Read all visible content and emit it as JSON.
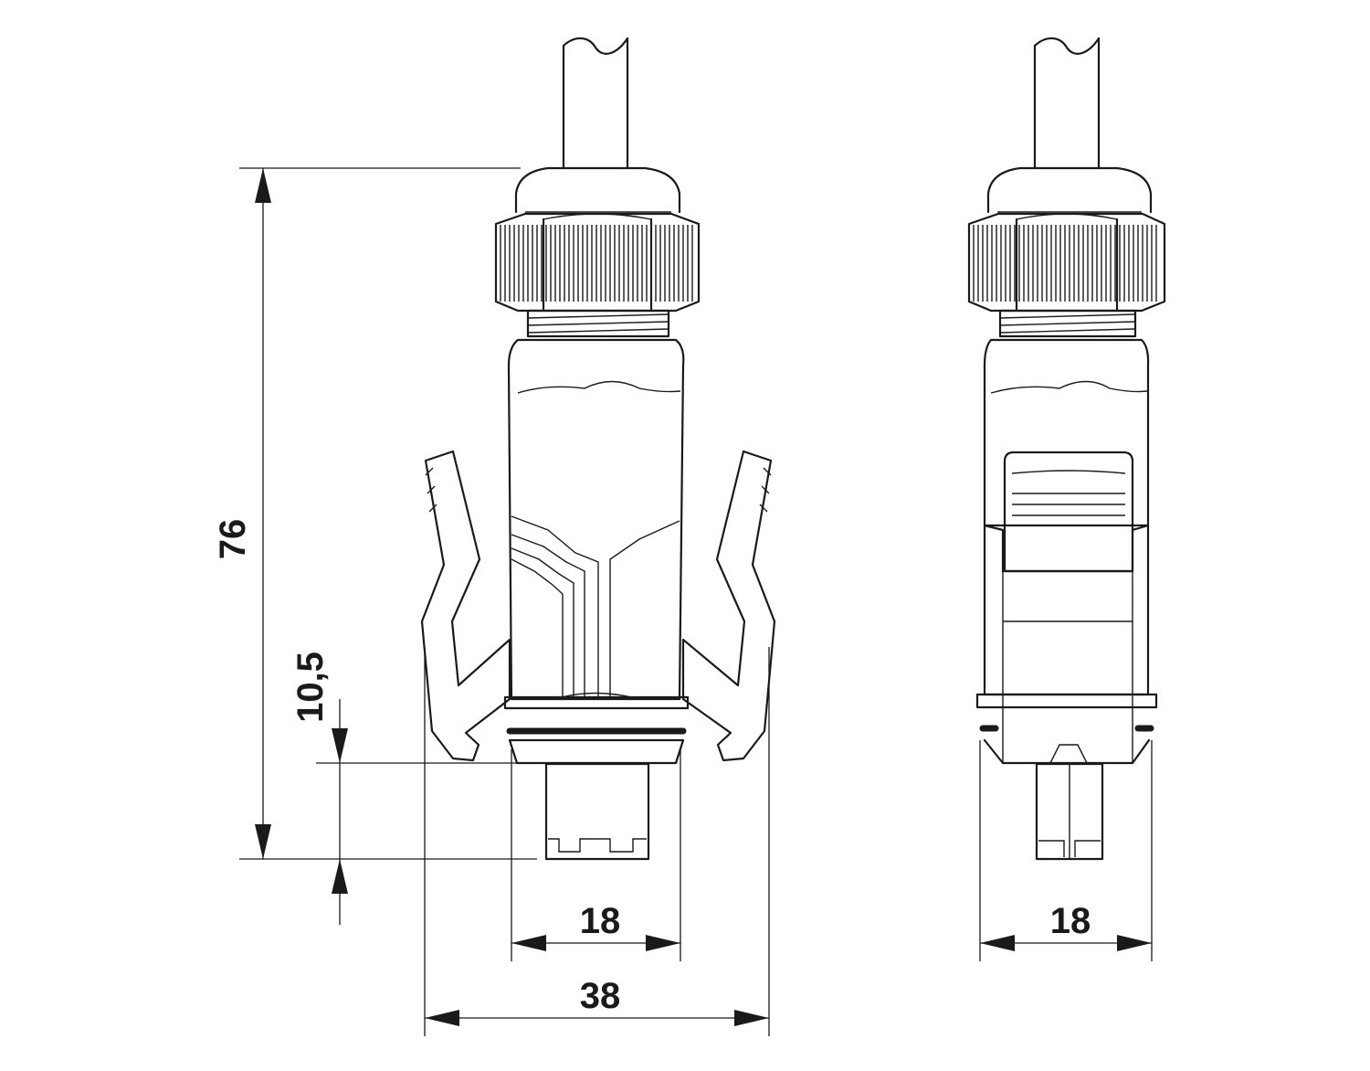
{
  "dimensions": {
    "total_length": "76",
    "plug_length": "10,5",
    "front_width": "18",
    "overall_width": "38",
    "side_width": "18"
  }
}
